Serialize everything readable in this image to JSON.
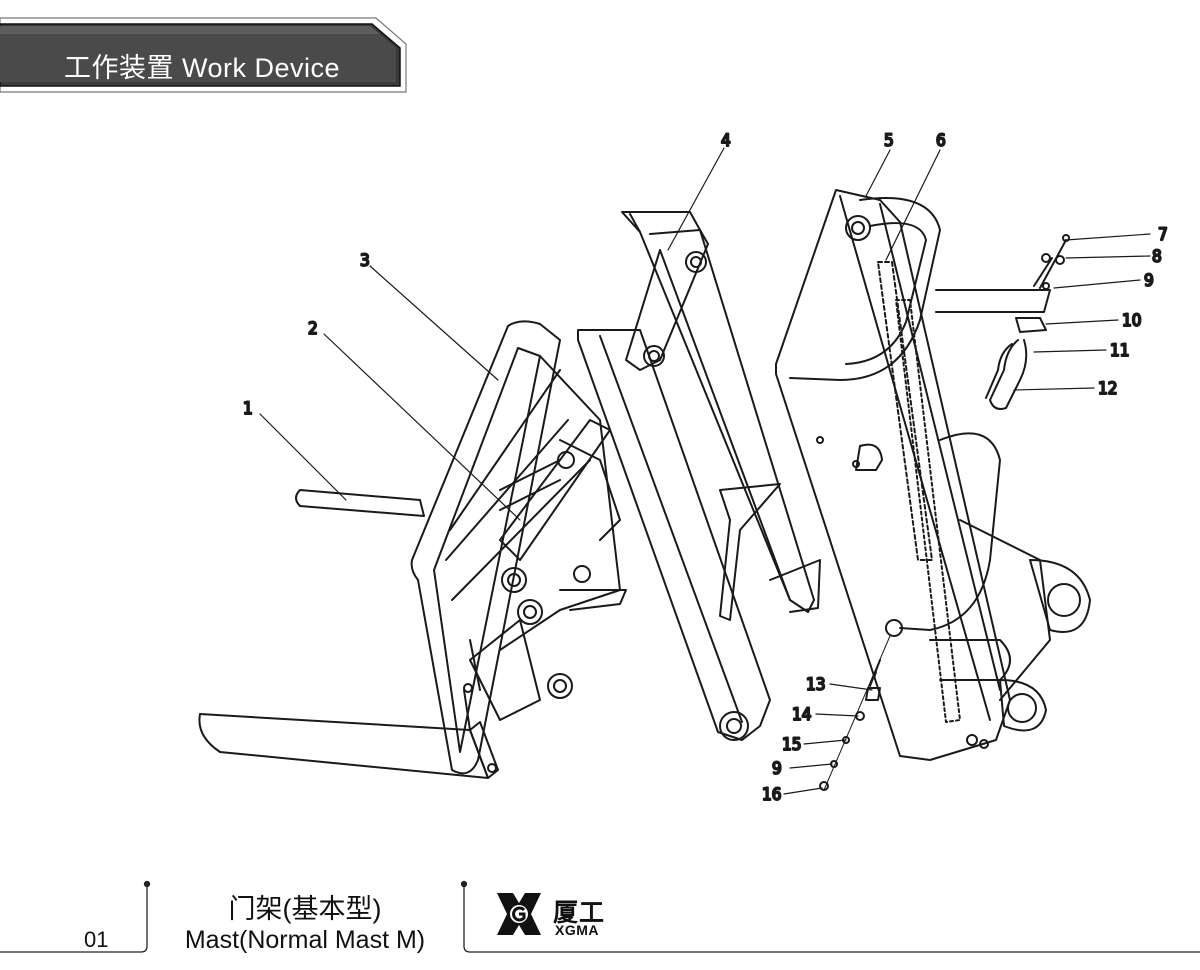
{
  "header": {
    "title": "工作装置 Work Device"
  },
  "footer": {
    "page_number": "01",
    "title_zh": "门架(基本型)",
    "title_en": "Mast(Normal Mast M)",
    "brand_zh": "厦工",
    "brand_en": "XGMA"
  },
  "callouts": [
    {
      "id": "c1",
      "label": "1"
    },
    {
      "id": "c2",
      "label": "2"
    },
    {
      "id": "c3",
      "label": "3"
    },
    {
      "id": "c4",
      "label": "4"
    },
    {
      "id": "c5",
      "label": "5"
    },
    {
      "id": "c6",
      "label": "6"
    },
    {
      "id": "c7",
      "label": "7"
    },
    {
      "id": "c8",
      "label": "8"
    },
    {
      "id": "c9a",
      "label": "9"
    },
    {
      "id": "c10",
      "label": "10"
    },
    {
      "id": "c11",
      "label": "11"
    },
    {
      "id": "c12",
      "label": "12"
    },
    {
      "id": "c13",
      "label": "13"
    },
    {
      "id": "c14",
      "label": "14"
    },
    {
      "id": "c15",
      "label": "15"
    },
    {
      "id": "c9b",
      "label": "9"
    },
    {
      "id": "c16",
      "label": "16"
    }
  ]
}
